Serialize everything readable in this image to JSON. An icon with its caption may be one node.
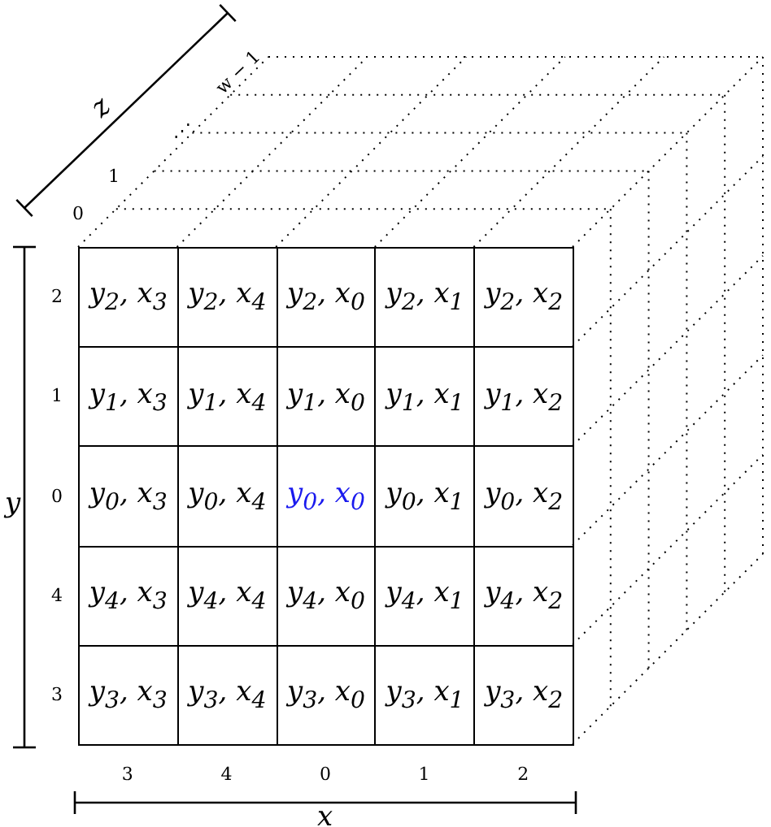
{
  "diagram": {
    "labels": [
      "z",
      "w − 1",
      "⋰",
      "1",
      "0",
      "2",
      "y$_{2}$, x$_{3}$",
      "y$_{2}$, x$_{4}$",
      "y$_{2}$, x$_{0}$",
      "y$_{2}$, x$_{1}$",
      "y$_{2}$, x$_{2}$",
      "1",
      "y$_{1}$, x$_{3}$",
      "y$_{1}$, x$_{4}$",
      "y$_{1}$, x$_{0}$",
      "y$_{1}$, x$_{1}$",
      "y$_{1}$, x$_{2}$",
      "y",
      "0",
      "y$_{0}$, x$_{3}$",
      "y$_{0}$, x$_{4}$",
      "y$_{0}$, x$_{0}$",
      "y$_{0}$, x$_{1}$",
      "y$_{0}$, x$_{2}$",
      "4",
      "y$_{4}$, x$_{3}$",
      "y$_{4}$, x$_{4}$",
      "y$_{4}$, x$_{0}$",
      "y$_{4}$, x$_{1}$",
      "y$_{4}$, x$_{2}$",
      "3",
      "y$_{3}$, x$_{3}$",
      "y$_{3}$, x$_{4}$",
      "y$_{3}$, x$_{0}$",
      "y$_{3}$, x$_{1}$",
      "y$_{3}$, x$_{2}$",
      "3",
      "4",
      "0",
      "1",
      "2",
      "x"
    ]
  }
}
